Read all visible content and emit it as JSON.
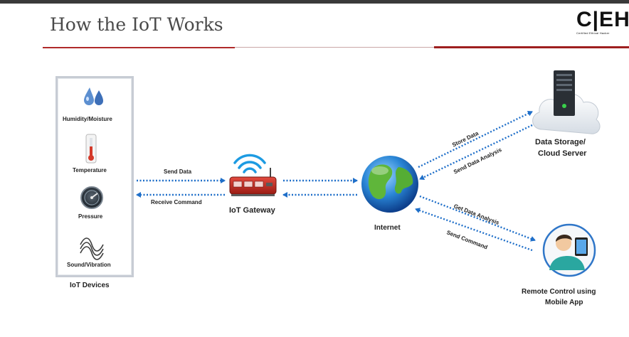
{
  "title": "How the IoT Works",
  "logo": {
    "text": "C|EH",
    "subtitle": "Certified Ethical Hacker"
  },
  "devices": {
    "caption": "IoT Devices",
    "items": [
      {
        "label": "Humidity/Moisture",
        "icon": "water-drops-icon"
      },
      {
        "label": "Temperature",
        "icon": "thermometer-icon"
      },
      {
        "label": "Pressure",
        "icon": "pressure-gauge-icon"
      },
      {
        "label": "Sound/Vibration",
        "icon": "sound-wave-icon"
      }
    ]
  },
  "gateway": {
    "label": "IoT Gateway",
    "icon": "wifi-router-icon"
  },
  "internet": {
    "label": "Internet",
    "icon": "globe-icon"
  },
  "storage": {
    "label_line1": "Data Storage/",
    "label_line2": "Cloud Server",
    "icon": "cloud-server-icon"
  },
  "remote": {
    "label_line1": "Remote Control using",
    "label_line2": "Mobile App",
    "icon": "mobile-user-icon"
  },
  "arrows": {
    "send_data": "Send Data",
    "receive_command": "Receive Command",
    "store_data": "Store Data",
    "send_data_analysis": "Send Data Analysis",
    "get_data_analysis": "Get Data Analysis",
    "send_command": "Send Command"
  },
  "colors": {
    "arrow": "#1f6fc9",
    "accent": "#b02a2a",
    "title": "#4a4a4a"
  }
}
